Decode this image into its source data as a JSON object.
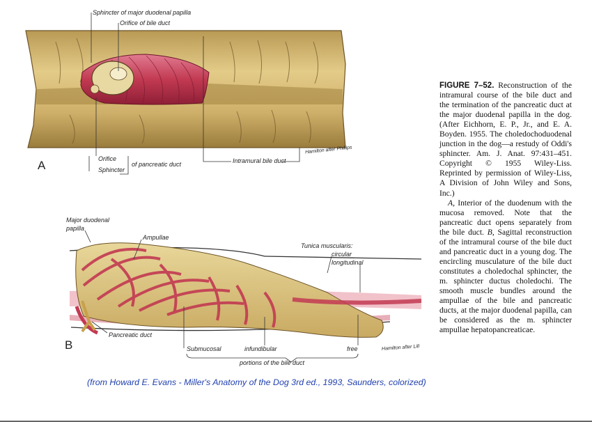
{
  "figure_a": {
    "letter": "A",
    "labels": {
      "sphincter_major_papilla": "Sphincter of major duodenal papilla",
      "orifice_bile_duct": "Orifice of bile duct",
      "orifice": "Orifice",
      "sphincter": "Sphincter",
      "of_pancreatic_duct": "of pancreatic duct",
      "intramural_bile_duct": "Intramural bile duct",
      "artist_signature": "Hamilton after Phillips"
    }
  },
  "figure_b": {
    "letter": "B",
    "labels": {
      "major_duodenal": "Major duodenal",
      "papilla": "papilla",
      "ampullae": "Ampullae",
      "tunica_muscularis": "Tunica muscularis:",
      "circular": "circular",
      "longitudinal": "longitudinal",
      "pancreatic_duct": "Pancreatic duct",
      "submucosal": "Submucosal",
      "infundibular": "infundibular",
      "free": "free",
      "portions": "portions of the bile duct",
      "artist_signature": "Hamilton after Lill"
    }
  },
  "caption": {
    "heading": "FIGURE 7–52.",
    "para1": "Reconstruction of the intramural course of the bile duct and the termination of the pancreatic duct at the major duodenal papilla in the dog. (After Eichhorn, E. P., Jr., and E. A. Boyden. 1955. The choledochoduodenal junction in the dog—a restudy of Oddi's sphincter. Am. J. Anat. 97:431–451. Copyright © 1955 Wiley-Liss. Reprinted by permission of Wiley-Liss, A Division of John Wiley and Sons, Inc.)",
    "para2_letter": "A,",
    "para2_mid": "Interior of the duodenum with the mucosa removed. Note that the pancreatic duct opens separately from the bile duct.",
    "para2_letter_b": "B,",
    "para2_rest": "Sagittal reconstruction of the intramural course of the bile duct and pancreatic duct in a young dog. The encircling musculature of the bile duct constitutes a choledochal sphincter, the m. sphincter ductus choledochi. The smooth muscle bundles around the ampullae of the bile and pancreatic ducts, at the major duodenal papilla, can be considered as the m. sphincter ampullae hepatopancreaticae."
  },
  "credit": "(from Howard E. Evans -  Miller's Anatomy of the Dog 3rd ed., 1993, Saunders, colorized)",
  "colors": {
    "tan": "#cdb068",
    "tan_light": "#e2cc8a",
    "tan_dark": "#8a6a2c",
    "muscle_red": "#c23a52",
    "muscle_light": "#e58a98",
    "credit_blue": "#1f3fae"
  }
}
